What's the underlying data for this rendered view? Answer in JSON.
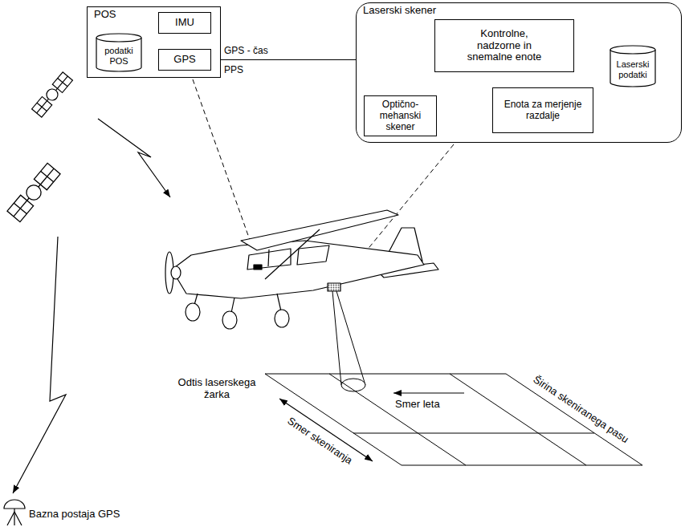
{
  "diagram": {
    "nodes": [
      {
        "text": [
          "POS"
        ]
      },
      {
        "text": [
          "IMU"
        ],
        "in": 0
      },
      {
        "text": [
          "podatki POS"
        ],
        "in": 0
      },
      {
        "text": [
          "GPS"
        ],
        "in": 0
      },
      {
        "text": [
          "Laserski skener"
        ]
      },
      {
        "text": [
          "Kontrolne, nadzorne in snemalne enote"
        ],
        "in": 4
      },
      {
        "text": [
          "Laserski podatki"
        ],
        "in": 4
      },
      {
        "text": [
          "Optično-mehanski skener"
        ],
        "in": 4
      },
      {
        "text": [
          "Enota za merjenje razdalje"
        ],
        "in": 4
      }
    ],
    "edges": [
      {
        "from": 1,
        "to": 2,
        "arrow": "to"
      },
      {
        "from": 3,
        "to": 2,
        "arrow": "to"
      },
      {
        "from": 3,
        "to": 5,
        "label": "GPS - čas PPS",
        "arrow": "to"
      },
      {
        "from": 5,
        "to": 6,
        "arrow": "to"
      },
      {
        "from": 5,
        "to": 7,
        "arrow": "to"
      },
      {
        "from": 8,
        "to": 5,
        "arrow": "to"
      },
      {
        "from": 8,
        "to": 7,
        "arrow": "to"
      },
      {
        "from": 7,
        "to": 8,
        "arrow": "to"
      }
    ],
    "labels": [
      "Odtis laserskega žarka",
      "Smer leta",
      "Širina skeniranega pasu",
      "Smer skeniranja",
      "Bazna postaja GPS"
    ]
  }
}
